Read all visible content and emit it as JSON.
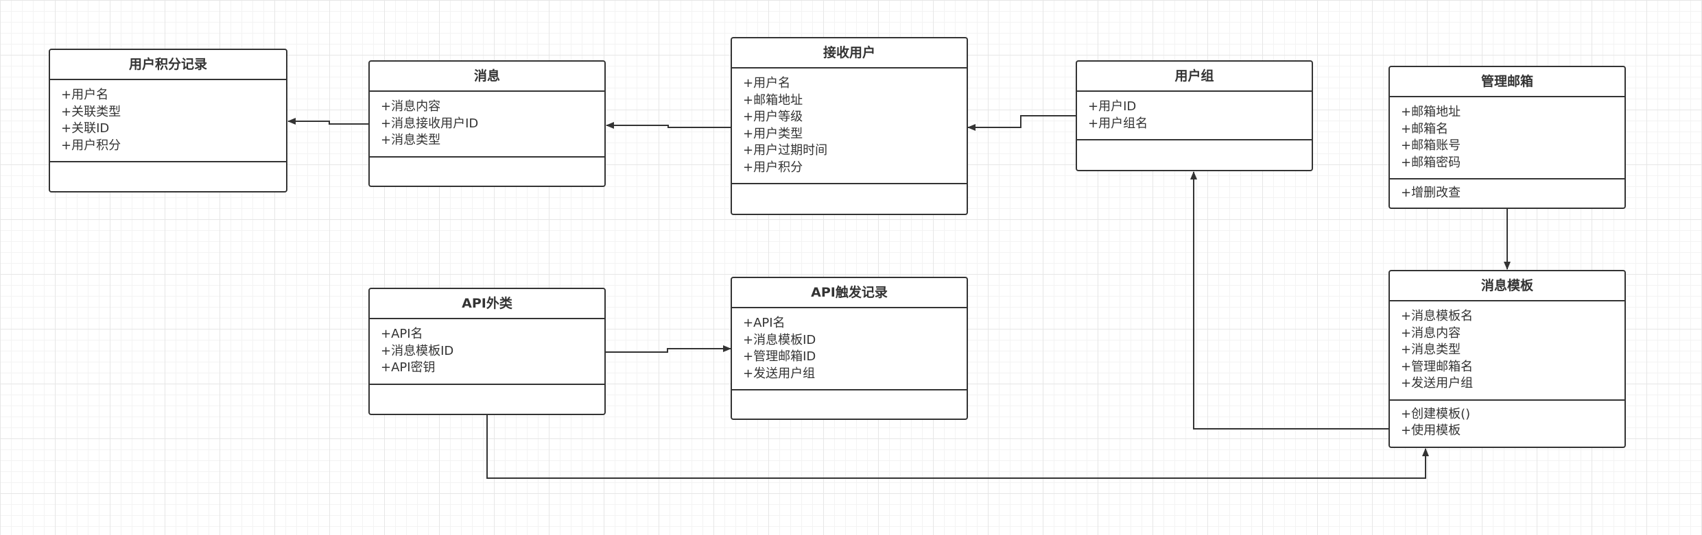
{
  "classes": {
    "points_record": {
      "title": "用户积分记录",
      "attrs": [
        "+用户名",
        "+关联类型",
        "+关联ID",
        "+用户积分"
      ],
      "ops": []
    },
    "message": {
      "title": "消息",
      "attrs": [
        "+消息内容",
        "+消息接收用户ID",
        "+消息类型"
      ],
      "ops": []
    },
    "recipient": {
      "title": "接收用户",
      "attrs": [
        "+用户名",
        "+邮箱地址",
        "+用户等级",
        "+用户类型",
        "+用户过期时间",
        "+用户积分"
      ],
      "ops": []
    },
    "user_group": {
      "title": "用户组",
      "attrs": [
        "+用户ID",
        "+用户组名"
      ],
      "ops": []
    },
    "mailbox": {
      "title": "管理邮箱",
      "attrs": [
        "+邮箱地址",
        "+邮箱名",
        "+邮箱账号",
        "+邮箱密码"
      ],
      "ops": [
        "+增删改查"
      ]
    },
    "api_external": {
      "title": "API外类",
      "attrs": [
        "+API名",
        "+消息模板ID",
        "+API密钥"
      ],
      "ops": []
    },
    "api_trigger": {
      "title": "API触发记录",
      "attrs": [
        "+API名",
        "+消息模板ID",
        "+管理邮箱ID",
        "+发送用户组"
      ],
      "ops": []
    },
    "template": {
      "title": "消息模板",
      "attrs": [
        "+消息模板名",
        "+消息内容",
        "+消息类型",
        "+管理邮箱名",
        "+发送用户组"
      ],
      "ops": [
        "+创建模板()",
        "+使用模板"
      ]
    }
  },
  "relations": [
    {
      "from": "message",
      "to": "points_record"
    },
    {
      "from": "recipient",
      "to": "message"
    },
    {
      "from": "user_group",
      "to": "recipient"
    },
    {
      "from": "mailbox",
      "to": "template"
    },
    {
      "from": "api_external",
      "to": "api_trigger"
    },
    {
      "from": "template",
      "to": "user_group"
    },
    {
      "from": "api_external",
      "to": "template"
    }
  ],
  "colors": {
    "stroke": "#333333",
    "background": "#ffffff",
    "grid": "#e6e6e6"
  }
}
